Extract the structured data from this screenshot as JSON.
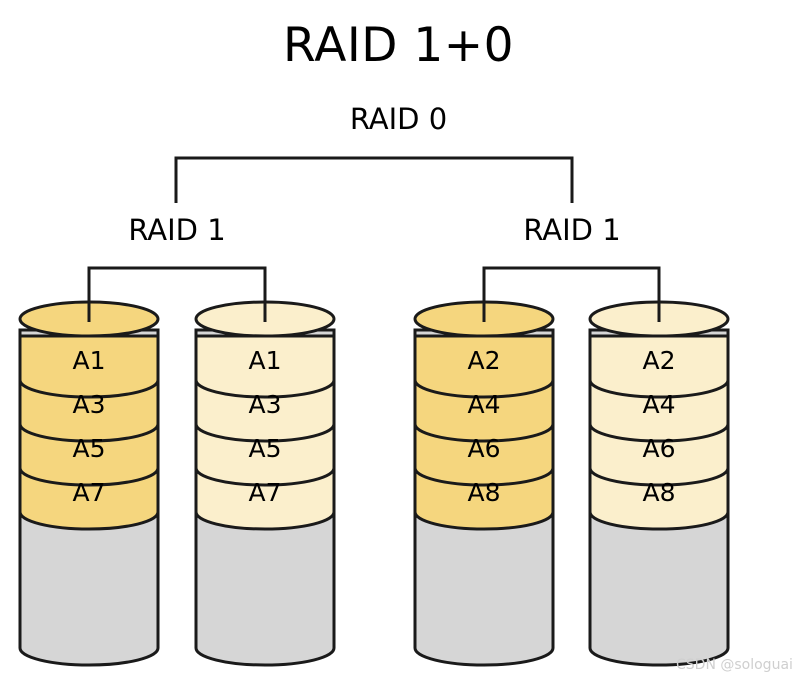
{
  "diagram": {
    "title": "RAID 1+0",
    "top_group_label": "RAID 0",
    "mirror_groups": [
      {
        "label": "RAID 1"
      },
      {
        "label": "RAID 1"
      }
    ],
    "disks": [
      {
        "name": "disk-1",
        "shade": "dark",
        "fill": "#F5D67E",
        "blocks": [
          "A1",
          "A3",
          "A5",
          "A7"
        ],
        "empty_fill": "#D6D6D6"
      },
      {
        "name": "disk-2",
        "shade": "light",
        "fill": "#FBEFCC",
        "blocks": [
          "A1",
          "A3",
          "A5",
          "A7"
        ],
        "empty_fill": "#D6D6D6"
      },
      {
        "name": "disk-3",
        "shade": "dark",
        "fill": "#F5D67E",
        "blocks": [
          "A2",
          "A4",
          "A6",
          "A8"
        ],
        "empty_fill": "#D6D6D6"
      },
      {
        "name": "disk-4",
        "shade": "light",
        "fill": "#FBEFCC",
        "blocks": [
          "A2",
          "A4",
          "A6",
          "A8"
        ],
        "empty_fill": "#D6D6D6"
      }
    ],
    "colors": {
      "stroke": "#1a1a1a",
      "gold": "#F5D67E",
      "cream": "#FBEFCC",
      "gray": "#D6D6D6",
      "background": "#FFFFFF",
      "watermark": "#CFCFCF"
    },
    "watermark": "CSDN @sologuai"
  }
}
